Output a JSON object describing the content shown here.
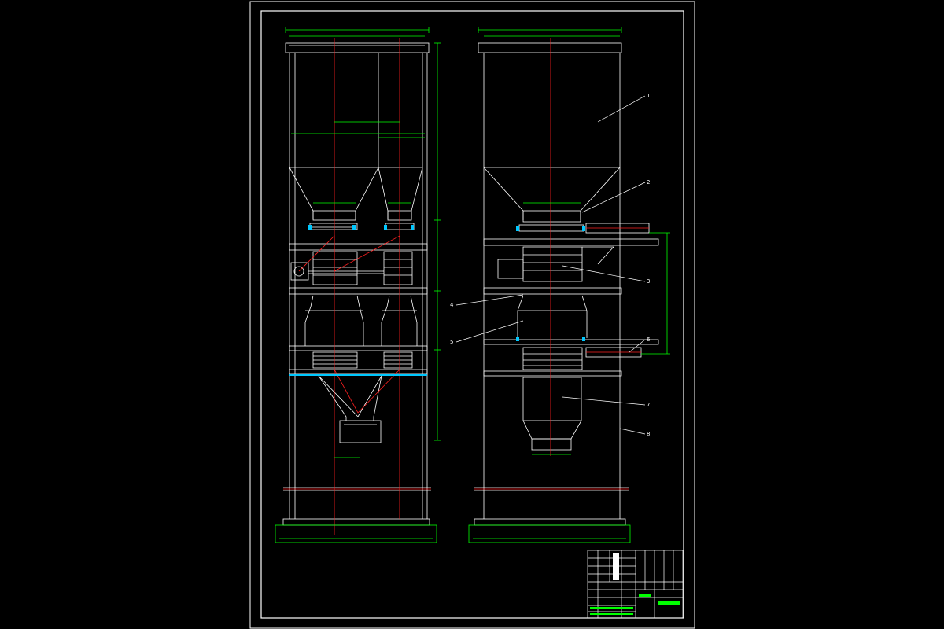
{
  "drawing": {
    "background": "#000000",
    "colors": {
      "outline": "#ffffff",
      "centerline": "#ff2020",
      "dimension": "#00ff00",
      "accent": "#00c8ff"
    },
    "callouts": [
      "1",
      "2",
      "3",
      "4",
      "5",
      "6",
      "7",
      "8"
    ],
    "title_block": {
      "cells": [
        "",
        "",
        "",
        "",
        "",
        ""
      ]
    }
  }
}
